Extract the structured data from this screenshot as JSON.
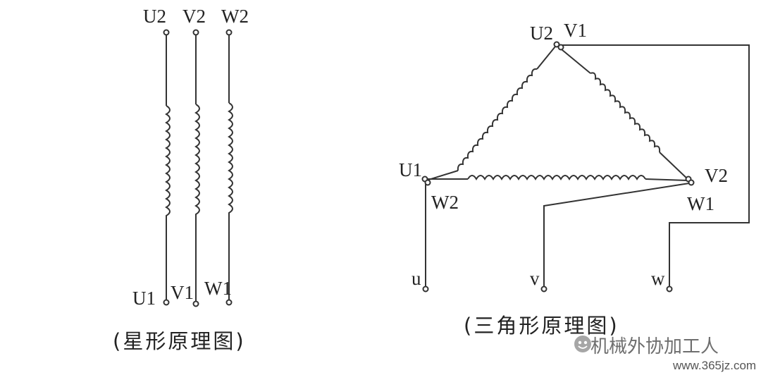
{
  "star": {
    "top_labels": [
      "U2",
      "V2",
      "W2"
    ],
    "bottom_labels": [
      "U1",
      "V1",
      "W1"
    ],
    "caption": "(星形原理图)"
  },
  "delta": {
    "top_label_left": "U2",
    "top_label_right": "V1",
    "left_label_top": "U1",
    "left_label_bottom": "W2",
    "right_label_top": "V2",
    "right_label_bottom": "W1",
    "output_labels": [
      "u",
      "v",
      "w"
    ],
    "caption": "(三角形原理图)"
  },
  "watermark": {
    "text": "机械外协加工人",
    "url": "www.365jz.com"
  }
}
